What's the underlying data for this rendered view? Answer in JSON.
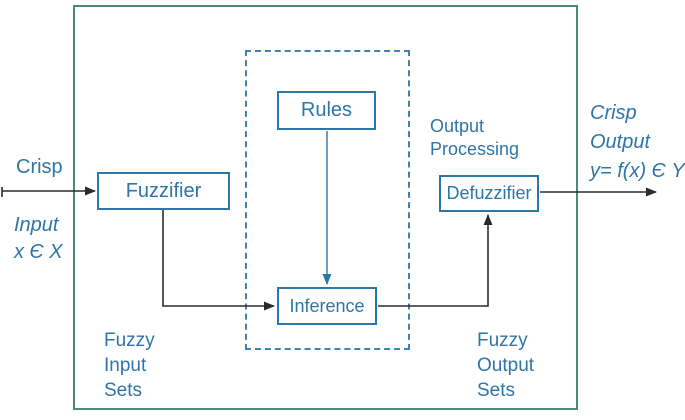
{
  "colors": {
    "accent_blue": "#2e75a8",
    "dashed_box_blue": "#3f83b5",
    "outer_frame_green": "#4d8878",
    "arrow_black": "#2b2b2b"
  },
  "boxes": {
    "fuzzifier": "Fuzzifier",
    "rules": "Rules",
    "inference": "Inference",
    "defuzzifier": "Defuzzifier"
  },
  "labels": {
    "crisp_input": {
      "line1": "Crisp",
      "line2": "Input",
      "line3": "x Є X"
    },
    "fuzzy_input_sets": {
      "line1": "Fuzzy",
      "line2": "Input",
      "line3": "Sets"
    },
    "output_processing": {
      "line1": "Output",
      "line2": "Processing"
    },
    "fuzzy_output_sets": {
      "line1": "Fuzzy",
      "line2": "Output",
      "line3": "Sets"
    },
    "crisp_output": {
      "line1": "Crisp",
      "line2": "Output",
      "line3": "y= f(x) Є Y"
    }
  }
}
